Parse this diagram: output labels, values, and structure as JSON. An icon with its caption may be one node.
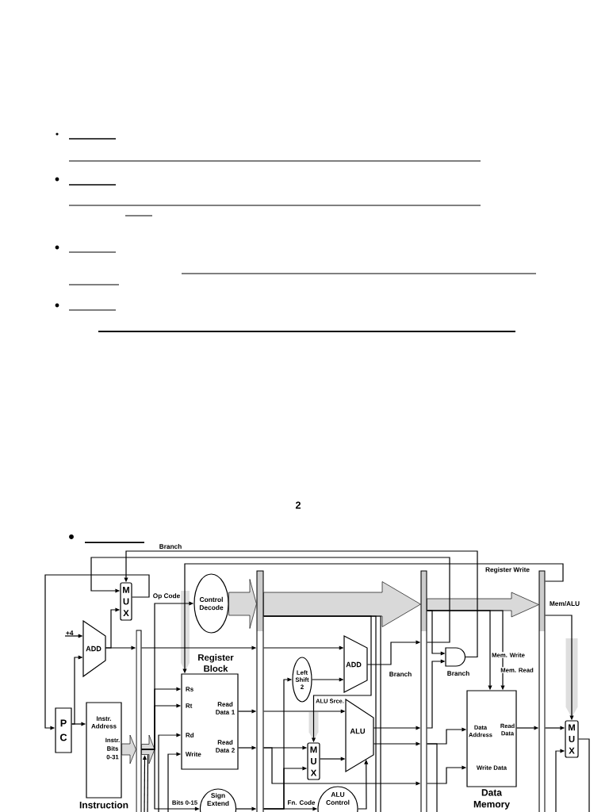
{
  "diagram": {
    "nodes": [
      {
        "text": [
          "M U X"
        ]
      },
      {
        "text": [
          "+4"
        ]
      },
      {
        "text": [
          "ADD"
        ]
      },
      {
        "text": [
          "P C"
        ]
      },
      {
        "text": [
          "Instr. Address",
          "Instr. Bits 0-31",
          "Instruction"
        ]
      },
      {
        "text": [],
        "shape": "bar"
      },
      {
        "text": [
          "Control Decode"
        ]
      },
      {
        "text": [
          "Register Block",
          "Rs",
          "Rt",
          "Read Data 1",
          "Rd",
          "Read Data 2",
          "Write"
        ]
      },
      {
        "text": [
          "Sign Extend"
        ]
      },
      {
        "text": [],
        "shape": "bar"
      },
      {
        "text": [
          "Left Shift 2"
        ]
      },
      {
        "text": [
          "ADD"
        ]
      },
      {
        "text": [
          "ALU"
        ]
      },
      {
        "text": [
          "M U X"
        ]
      },
      {
        "text": [
          "ALU Control"
        ]
      },
      {
        "text": [],
        "shape": "bar"
      },
      {
        "text": [],
        "shape": "gate",
        "beside": [
          "Branch"
        ]
      },
      {
        "text": [
          "Data Address",
          "Read Data",
          "Write Data",
          "Data Memory"
        ]
      },
      {
        "text": [],
        "shape": "bar"
      },
      {
        "text": [
          "M U X"
        ]
      }
    ],
    "edges": [
      {
        "from": 16,
        "to": 0,
        "arrow": "to",
        "label": "Branch"
      },
      {
        "from": 15,
        "to": 0,
        "arrow": "to"
      },
      {
        "from": 2,
        "to": 0,
        "arrow": "to"
      },
      {
        "from": 0,
        "to": 3,
        "arrow": "to"
      },
      {
        "from": 1,
        "to": 2,
        "arrow": "to"
      },
      {
        "from": 3,
        "to": 2,
        "arrow": "to"
      },
      {
        "from": 3,
        "to": 4,
        "arrow": "to"
      },
      {
        "from": 2,
        "to": 5,
        "arrow": "to"
      },
      {
        "from": 4,
        "to": 5,
        "arrow": "to",
        "style": "thick",
        "color": "#d9d9d9"
      },
      {
        "from": 5,
        "to": 6,
        "arrow": "to",
        "label": "Op Code"
      },
      {
        "from": 5,
        "to": 7,
        "arrow": "to"
      },
      {
        "from": 5,
        "to": 7,
        "arrow": "to"
      },
      {
        "from": null,
        "to": 7,
        "arrow": "to"
      },
      {
        "from": null,
        "to": 7,
        "arrow": "to"
      },
      {
        "from": 5,
        "to": 8,
        "arrow": "to",
        "label": "Bits 0-15"
      },
      {
        "from": 18,
        "to": 7,
        "arrow": "to",
        "label": "Register Write"
      },
      {
        "from": 6,
        "to": 9,
        "arrow": "to",
        "style": "thick",
        "color": "#d9d9d9"
      },
      {
        "from": 5,
        "to": 9,
        "arrow": "to"
      },
      {
        "from": 7,
        "to": 9,
        "arrow": "to"
      },
      {
        "from": 7,
        "to": 9,
        "arrow": "to"
      },
      {
        "from": 8,
        "to": 9,
        "arrow": "to"
      },
      {
        "from": 9,
        "to": 15,
        "arrow": "to",
        "style": "thick",
        "color": "#d9d9d9"
      },
      {
        "from": 9,
        "to": 11,
        "arrow": "to"
      },
      {
        "from": 9,
        "to": 12,
        "arrow": "to"
      },
      {
        "from": 9,
        "to": 13,
        "arrow": "to"
      },
      {
        "from": 9,
        "to": 15,
        "arrow": "to"
      },
      {
        "from": 9,
        "to": 10,
        "arrow": "to"
      },
      {
        "from": 9,
        "to": 13,
        "arrow": "to"
      },
      {
        "from": 9,
        "to": 14,
        "arrow": "to",
        "label": "Fn. Code"
      },
      {
        "from": 9,
        "to": 13,
        "arrow": "to",
        "label": "ALU Srce."
      },
      {
        "from": 9,
        "to": null,
        "arrow": "none"
      },
      {
        "from": 9,
        "to": null,
        "arrow": "none"
      },
      {
        "from": 10,
        "to": 11,
        "arrow": "to"
      },
      {
        "from": 13,
        "to": 12,
        "arrow": "to"
      },
      {
        "from": 14,
        "to": 12,
        "arrow": "to"
      },
      {
        "from": 11,
        "to": 15,
        "arrow": "to"
      },
      {
        "from": 12,
        "to": 15,
        "arrow": "to"
      },
      {
        "from": 12,
        "to": 15,
        "arrow": "to"
      },
      {
        "from": 15,
        "to": 16,
        "arrow": "to"
      },
      {
        "from": 15,
        "to": 16,
        "arrow": "to"
      },
      {
        "from": 15,
        "to": 18,
        "arrow": "to",
        "style": "thick",
        "color": "#d9d9d9"
      },
      {
        "from": 15,
        "to": 17,
        "arrow": "to",
        "label": "Mem. Write"
      },
      {
        "from": 15,
        "to": 17,
        "arrow": "to",
        "label": "Mem. Read"
      },
      {
        "from": 15,
        "to": 17,
        "arrow": "to"
      },
      {
        "from": 15,
        "to": 17,
        "arrow": "to"
      },
      {
        "from": 15,
        "to": null,
        "arrow": "none"
      },
      {
        "from": 17,
        "to": 18,
        "arrow": "to"
      },
      {
        "from": 18,
        "to": 19,
        "arrow": "to"
      },
      {
        "from": null,
        "to": 19,
        "arrow": "to"
      },
      {
        "from": 19,
        "to": null,
        "arrow": "none"
      },
      {
        "from": 18,
        "to": 19,
        "arrow": "to",
        "label": "Mem/ALU"
      },
      {
        "from": 5,
        "to": null,
        "arrow": "to",
        "style": "thick",
        "color": "#d9d9d9"
      },
      {
        "from": null,
        "to": 5,
        "arrow": "to"
      },
      {
        "from": null,
        "to": 5,
        "arrow": "none"
      }
    ],
    "labels": [
      "2",
      "Branch"
    ]
  }
}
